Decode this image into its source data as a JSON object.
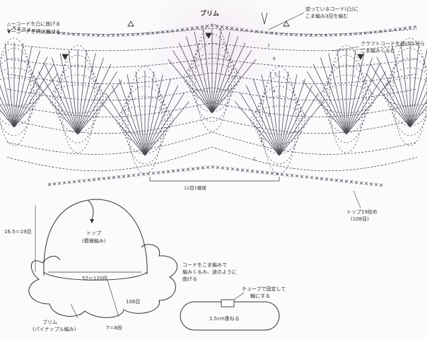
{
  "title": "ブリム",
  "legend": {
    "triangle_open": "△ーコードを凸に曲げる",
    "triangle_filled": "▼ーコードを凹に曲げる"
  },
  "notes": {
    "top_right": [
      "逆っているコード(凸)に",
      "こま編み3目を編む"
    ],
    "right": [
      "クラフトコードを曲げながら",
      "こま編みくるむ"
    ],
    "repeat": "12目1模様",
    "top_rows": [
      "トップ19段め",
      "(108目)"
    ]
  },
  "row_numbers": [
    "7",
    "6",
    "5",
    "4",
    "3",
    "2",
    "1"
  ],
  "hat": {
    "height": "16.5＝19目",
    "top_label": [
      "トップ",
      "(模様編み)"
    ],
    "circumference": "52＝120目",
    "cord_note": [
      "コードをこま編みで",
      "編みくるみ、波のように",
      "曲げる"
    ],
    "brim_rows": "108目",
    "brim_label": [
      "ブリム",
      "(パイナップル編み)"
    ],
    "brim_depth": "7＝8段"
  },
  "tube": {
    "note": [
      "チューブで固定して",
      "輪にする"
    ],
    "overlap": "1.5cm重ねる"
  }
}
